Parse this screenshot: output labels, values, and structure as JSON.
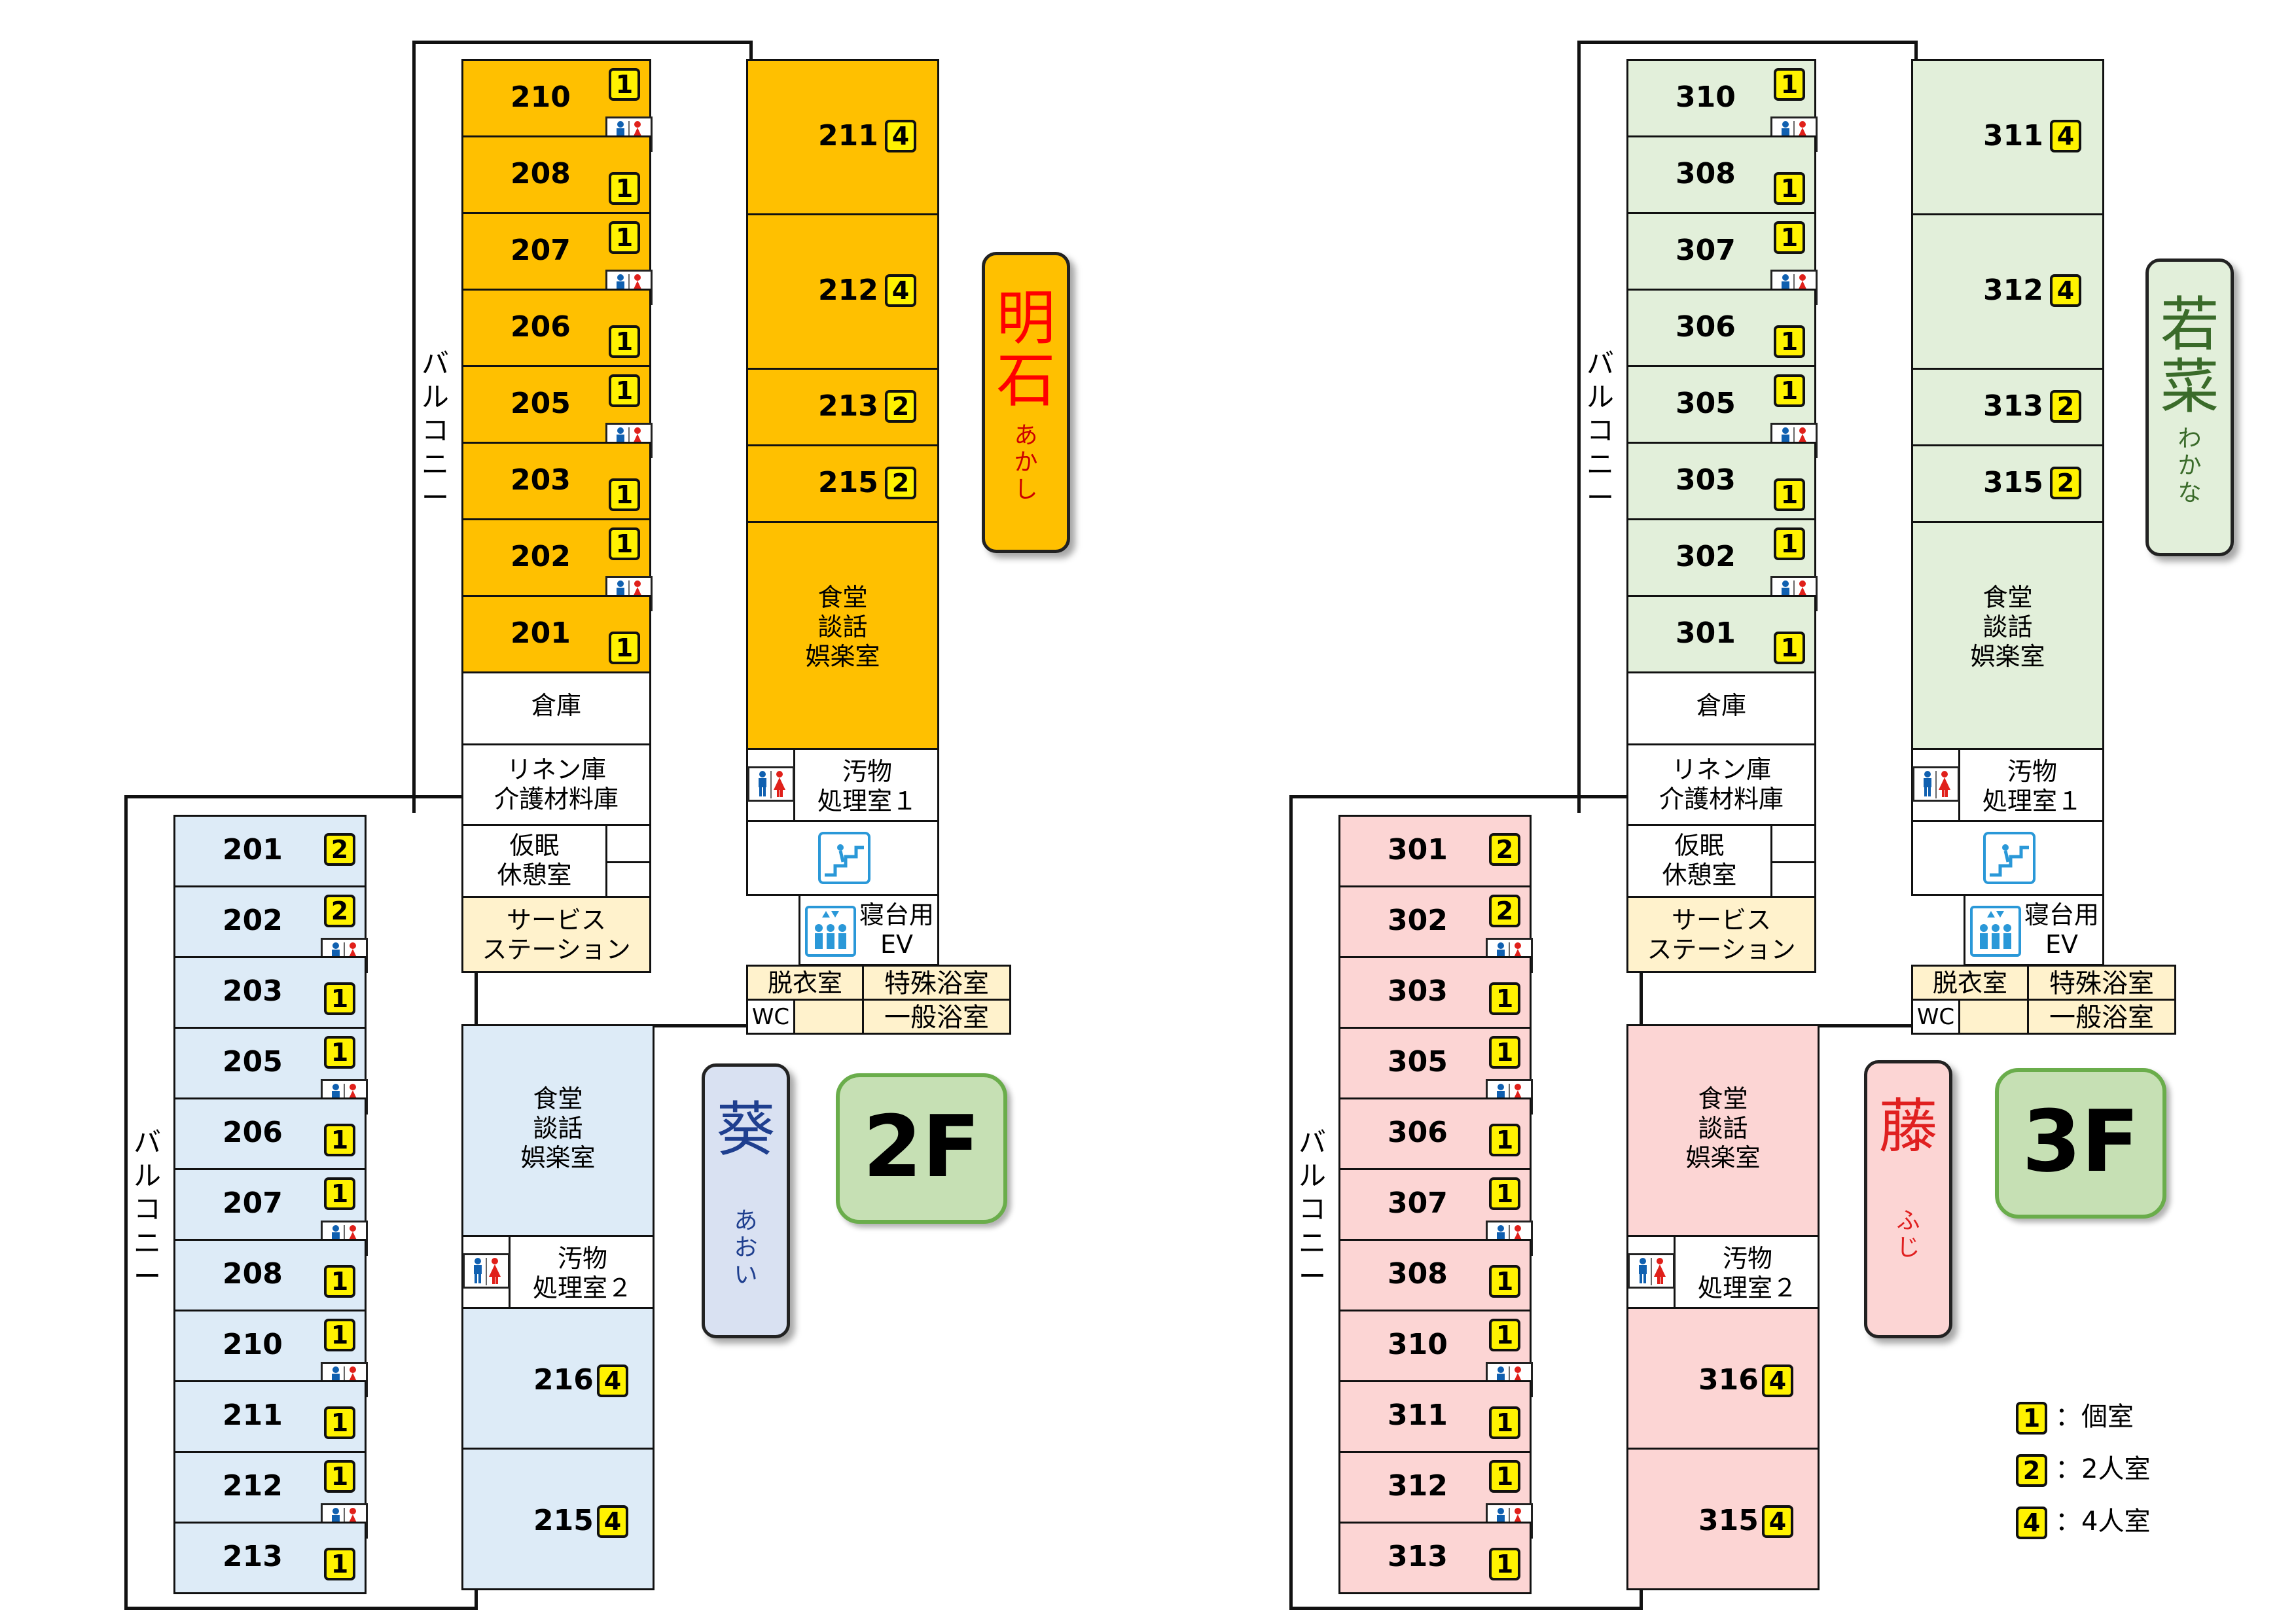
{
  "colors": {
    "akashi": "#ffc000",
    "aoi": "#ddebf7",
    "wakana": "#e2efda",
    "fuji": "#fcd5d4",
    "service": "#fff2cc",
    "male": "#1060b0",
    "female": "#e0201a",
    "stair": "#2a98d8"
  },
  "common": {
    "balcony": "バ\nル\nコ\nニ\nー",
    "storage": "倉庫",
    "linen": "リネン庫\n介護材料庫",
    "nap": "仮眠\n休憩室",
    "service": "サービス\nステーション",
    "dining": "食堂\n談話\n娯楽室",
    "soiled1": "汚物\n処理室１",
    "soiled2": "汚物\n処理室２",
    "bed_ev": "寝台用\nEV",
    "dressing": "脱衣室",
    "special_bath": "特殊浴室",
    "general_bath": "一般浴室",
    "wc": "WC",
    "stair_icon": "stair-icon",
    "elevator_icon": "elevator-icon",
    "restroom_icon": "restroom-icon"
  },
  "floor2": {
    "label": "2F",
    "akashi": {
      "kanji": "明石",
      "kana": "あかし"
    },
    "aoi": {
      "kanji": "葵",
      "kana": "あおい"
    },
    "akashi_rooms": [
      {
        "no": "210",
        "cap": "1"
      },
      {
        "no": "208",
        "cap": "1"
      },
      {
        "no": "207",
        "cap": "1"
      },
      {
        "no": "206",
        "cap": "1"
      },
      {
        "no": "205",
        "cap": "1"
      },
      {
        "no": "203",
        "cap": "1"
      },
      {
        "no": "202",
        "cap": "1"
      },
      {
        "no": "201",
        "cap": "1"
      }
    ],
    "akashi_big": [
      {
        "no": "211",
        "cap": "4"
      },
      {
        "no": "212",
        "cap": "4"
      },
      {
        "no": "213",
        "cap": "2"
      },
      {
        "no": "215",
        "cap": "2"
      }
    ],
    "aoi_rooms": [
      {
        "no": "201",
        "cap": "2"
      },
      {
        "no": "202",
        "cap": "2"
      },
      {
        "no": "203",
        "cap": "1"
      },
      {
        "no": "205",
        "cap": "1"
      },
      {
        "no": "206",
        "cap": "1"
      },
      {
        "no": "207",
        "cap": "1"
      },
      {
        "no": "208",
        "cap": "1"
      },
      {
        "no": "210",
        "cap": "1"
      },
      {
        "no": "211",
        "cap": "1"
      },
      {
        "no": "212",
        "cap": "1"
      },
      {
        "no": "213",
        "cap": "1"
      }
    ],
    "aoi_big": [
      {
        "no": "216",
        "cap": "4"
      },
      {
        "no": "215",
        "cap": "4"
      }
    ]
  },
  "floor3": {
    "label": "3F",
    "wakana": {
      "kanji": "若菜",
      "kana": "わかな"
    },
    "fuji": {
      "kanji": "藤",
      "kana": "ふじ"
    },
    "wakana_rooms": [
      {
        "no": "310",
        "cap": "1"
      },
      {
        "no": "308",
        "cap": "1"
      },
      {
        "no": "307",
        "cap": "1"
      },
      {
        "no": "306",
        "cap": "1"
      },
      {
        "no": "305",
        "cap": "1"
      },
      {
        "no": "303",
        "cap": "1"
      },
      {
        "no": "302",
        "cap": "1"
      },
      {
        "no": "301",
        "cap": "1"
      }
    ],
    "wakana_big": [
      {
        "no": "311",
        "cap": "4"
      },
      {
        "no": "312",
        "cap": "4"
      },
      {
        "no": "313",
        "cap": "2"
      },
      {
        "no": "315",
        "cap": "2"
      }
    ],
    "fuji_rooms": [
      {
        "no": "301",
        "cap": "2"
      },
      {
        "no": "302",
        "cap": "2"
      },
      {
        "no": "303",
        "cap": "1"
      },
      {
        "no": "305",
        "cap": "1"
      },
      {
        "no": "306",
        "cap": "1"
      },
      {
        "no": "307",
        "cap": "1"
      },
      {
        "no": "308",
        "cap": "1"
      },
      {
        "no": "310",
        "cap": "1"
      },
      {
        "no": "311",
        "cap": "1"
      },
      {
        "no": "312",
        "cap": "1"
      },
      {
        "no": "313",
        "cap": "1"
      }
    ],
    "fuji_big": [
      {
        "no": "316",
        "cap": "4"
      },
      {
        "no": "315",
        "cap": "4"
      }
    ]
  },
  "legend": [
    {
      "badge": "1",
      "text": "：個室"
    },
    {
      "badge": "2",
      "text": "：2人室"
    },
    {
      "badge": "4",
      "text": "：4人室"
    }
  ]
}
